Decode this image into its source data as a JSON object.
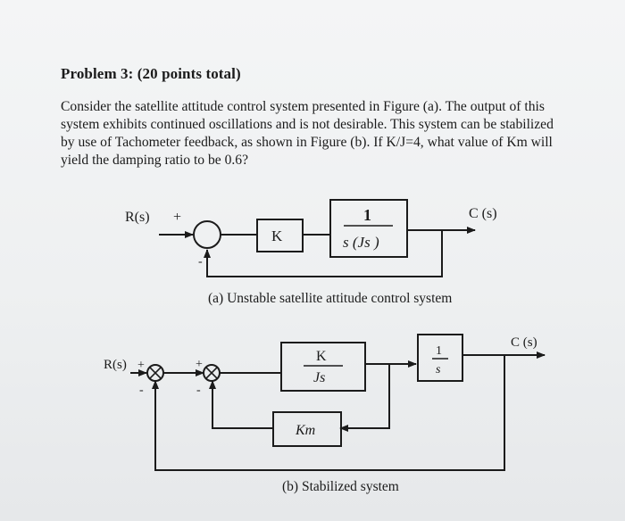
{
  "problem": {
    "title": "Problem 3: (20 points total)",
    "paragraph_lines": [
      "Consider the satellite attitude control system presented in Figure (a). The output of this",
      "system exhibits continued oscillations and is not desirable. This system can be stabilized",
      "by use of Tachometer feedback, as shown in Figure (b). If K/J=4, what value of Km will",
      "yield the damping ratio to be 0.6?"
    ]
  },
  "figure_a": {
    "input_label": "R(s)",
    "plus_sign": "+",
    "minus_sign": "-",
    "gain_block": "K",
    "plant_numerator": "1",
    "plant_denominator": "s (Js )",
    "output_label": "C (s)",
    "caption": "(a) Unstable satellite attitude control system"
  },
  "figure_b": {
    "input_label": "R(s)",
    "plus_sign_1": "+",
    "minus_sign_1": "-",
    "plus_sign_2": "+",
    "minus_sign_2": "-",
    "forward_numerator": "K",
    "forward_denominator": "Js",
    "integrator_numerator": "1",
    "integrator_denominator": "s",
    "feedback_block": "Km",
    "output_label": "C (s)",
    "caption": "(b) Stabilized system"
  }
}
